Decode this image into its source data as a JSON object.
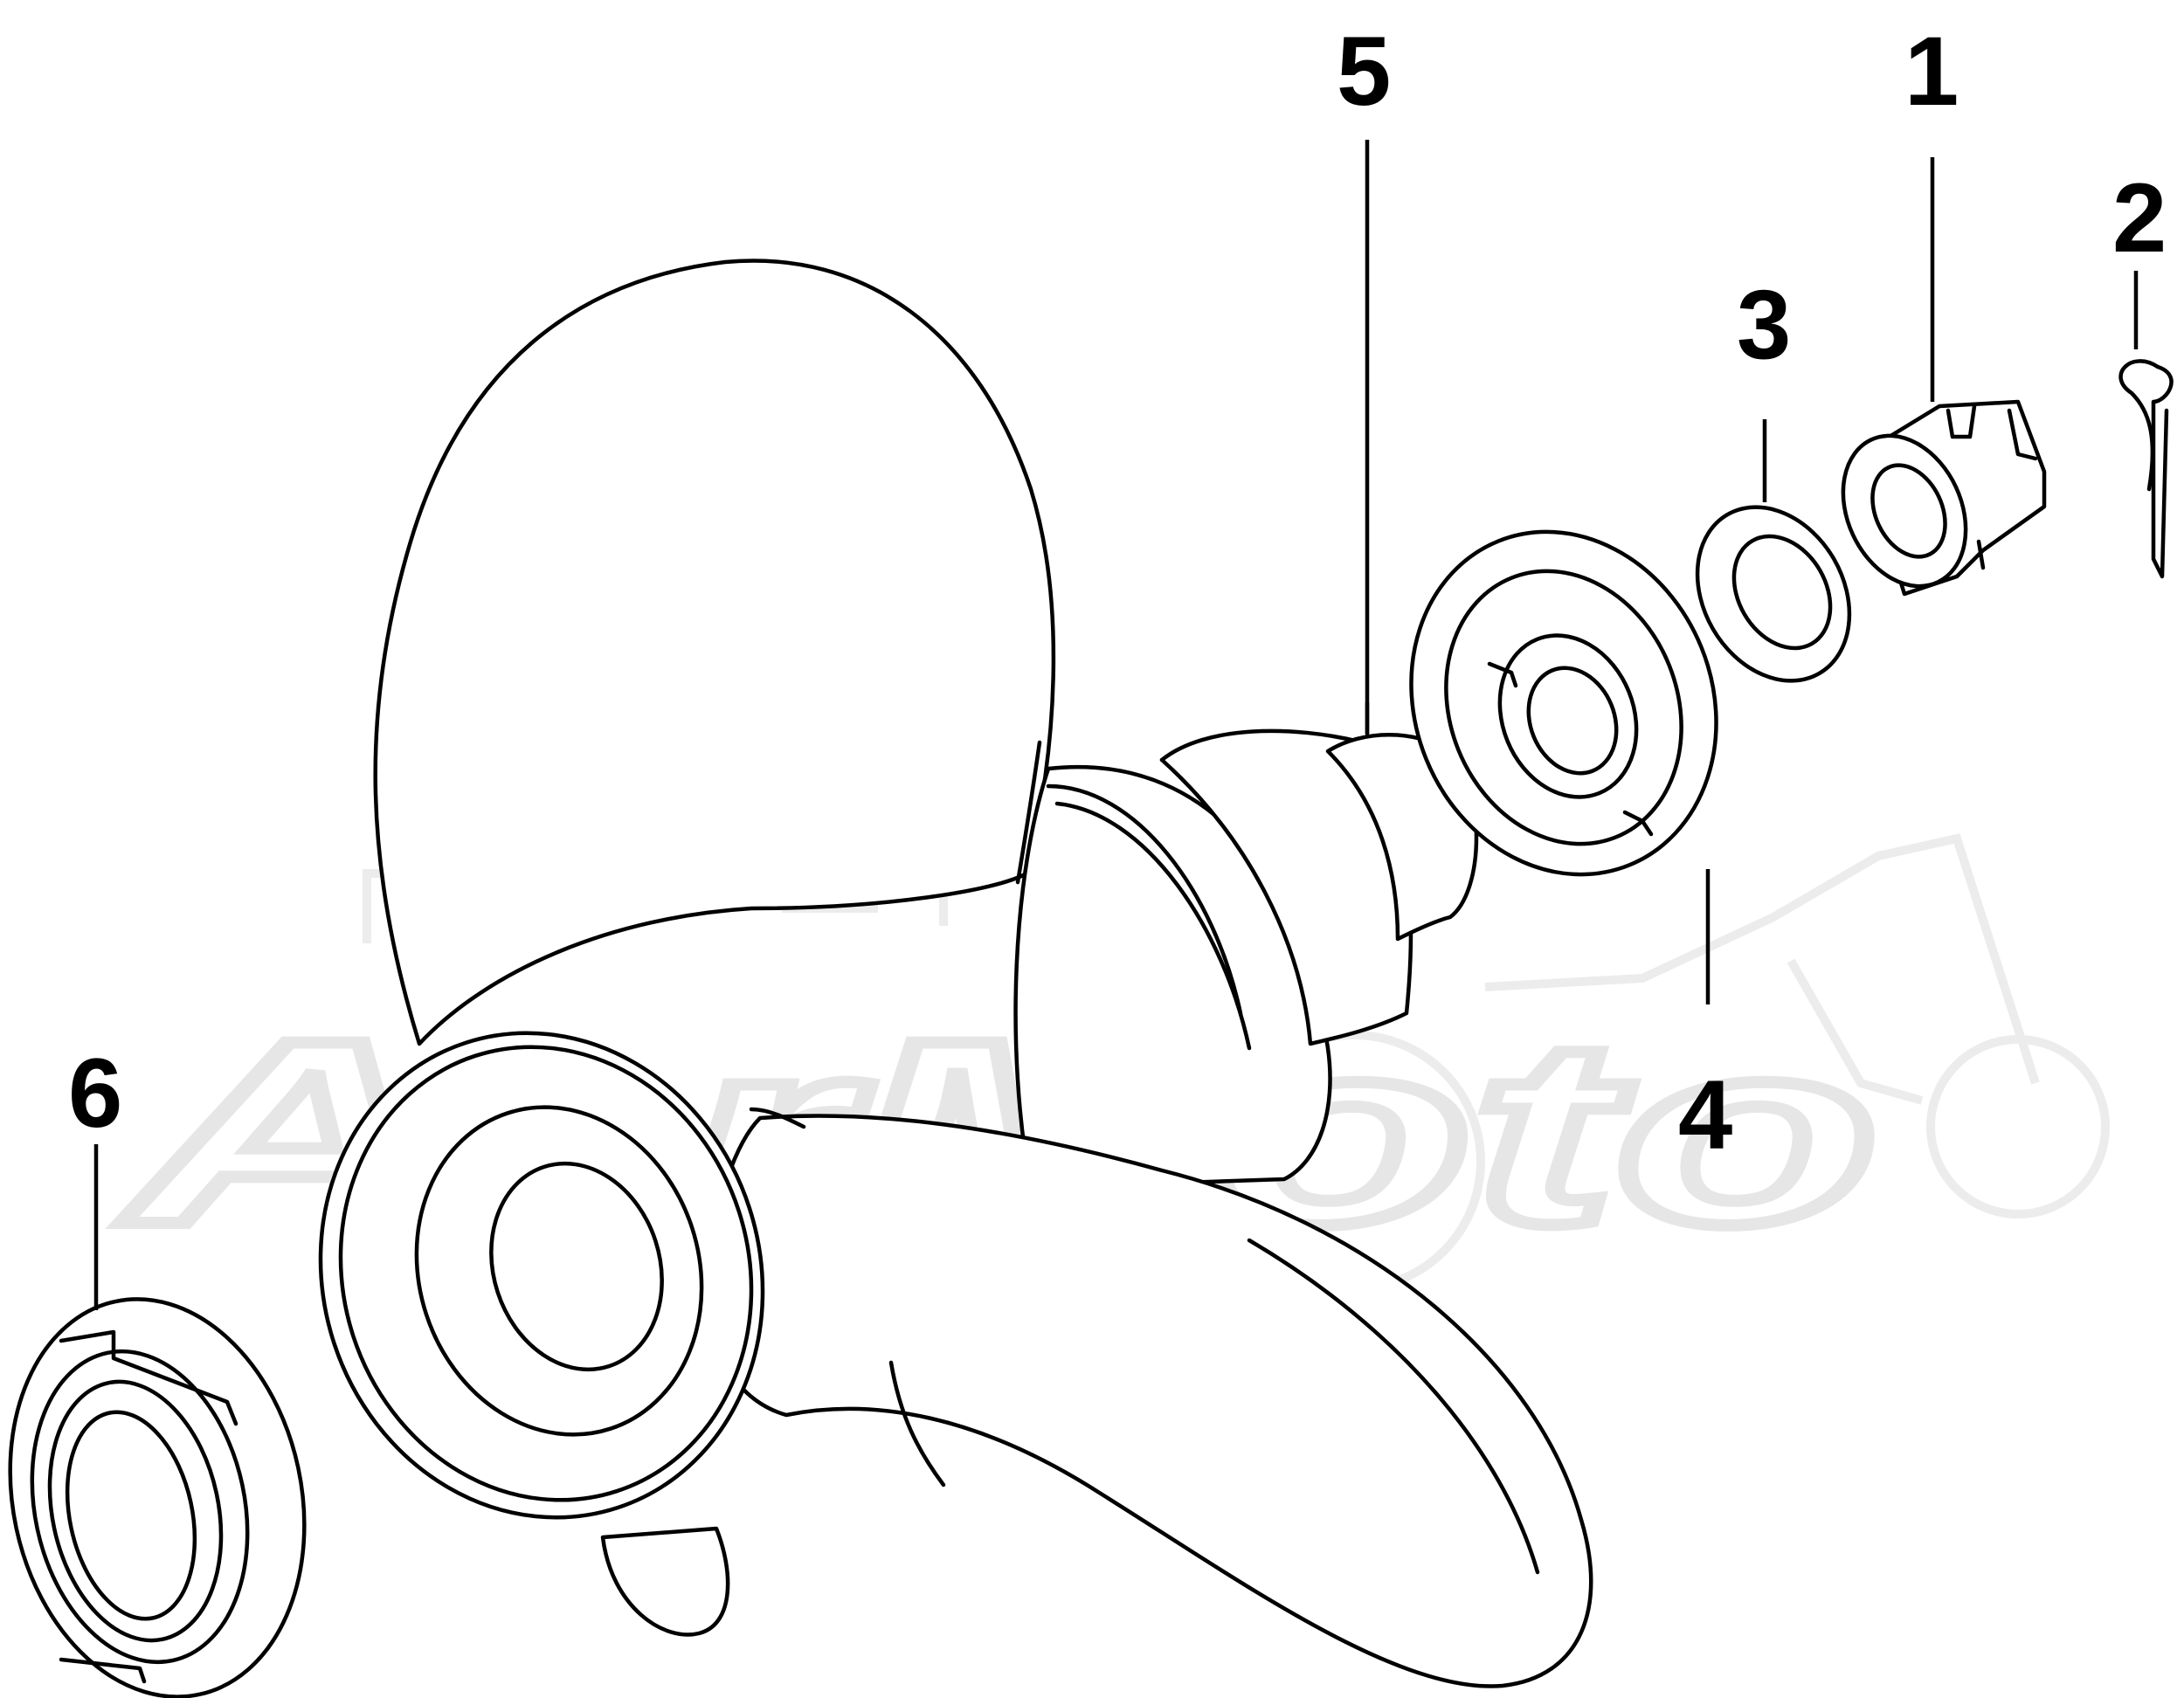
{
  "watermark": {
    "text": "AerMoto"
  },
  "callouts": [
    {
      "id": "1",
      "label": "1"
    },
    {
      "id": "2",
      "label": "2"
    },
    {
      "id": "3",
      "label": "3"
    },
    {
      "id": "4",
      "label": "4"
    },
    {
      "id": "5",
      "label": "5"
    },
    {
      "id": "6",
      "label": "6"
    }
  ],
  "parts": [
    {
      "callout": "1",
      "icon": "castle-nut-icon"
    },
    {
      "callout": "2",
      "icon": "cotter-pin-icon"
    },
    {
      "callout": "3",
      "icon": "washer-icon"
    },
    {
      "callout": "4",
      "icon": "spacer-icon"
    },
    {
      "callout": "5",
      "icon": "propeller-icon"
    },
    {
      "callout": "6",
      "icon": "thrust-hub-icon"
    }
  ]
}
